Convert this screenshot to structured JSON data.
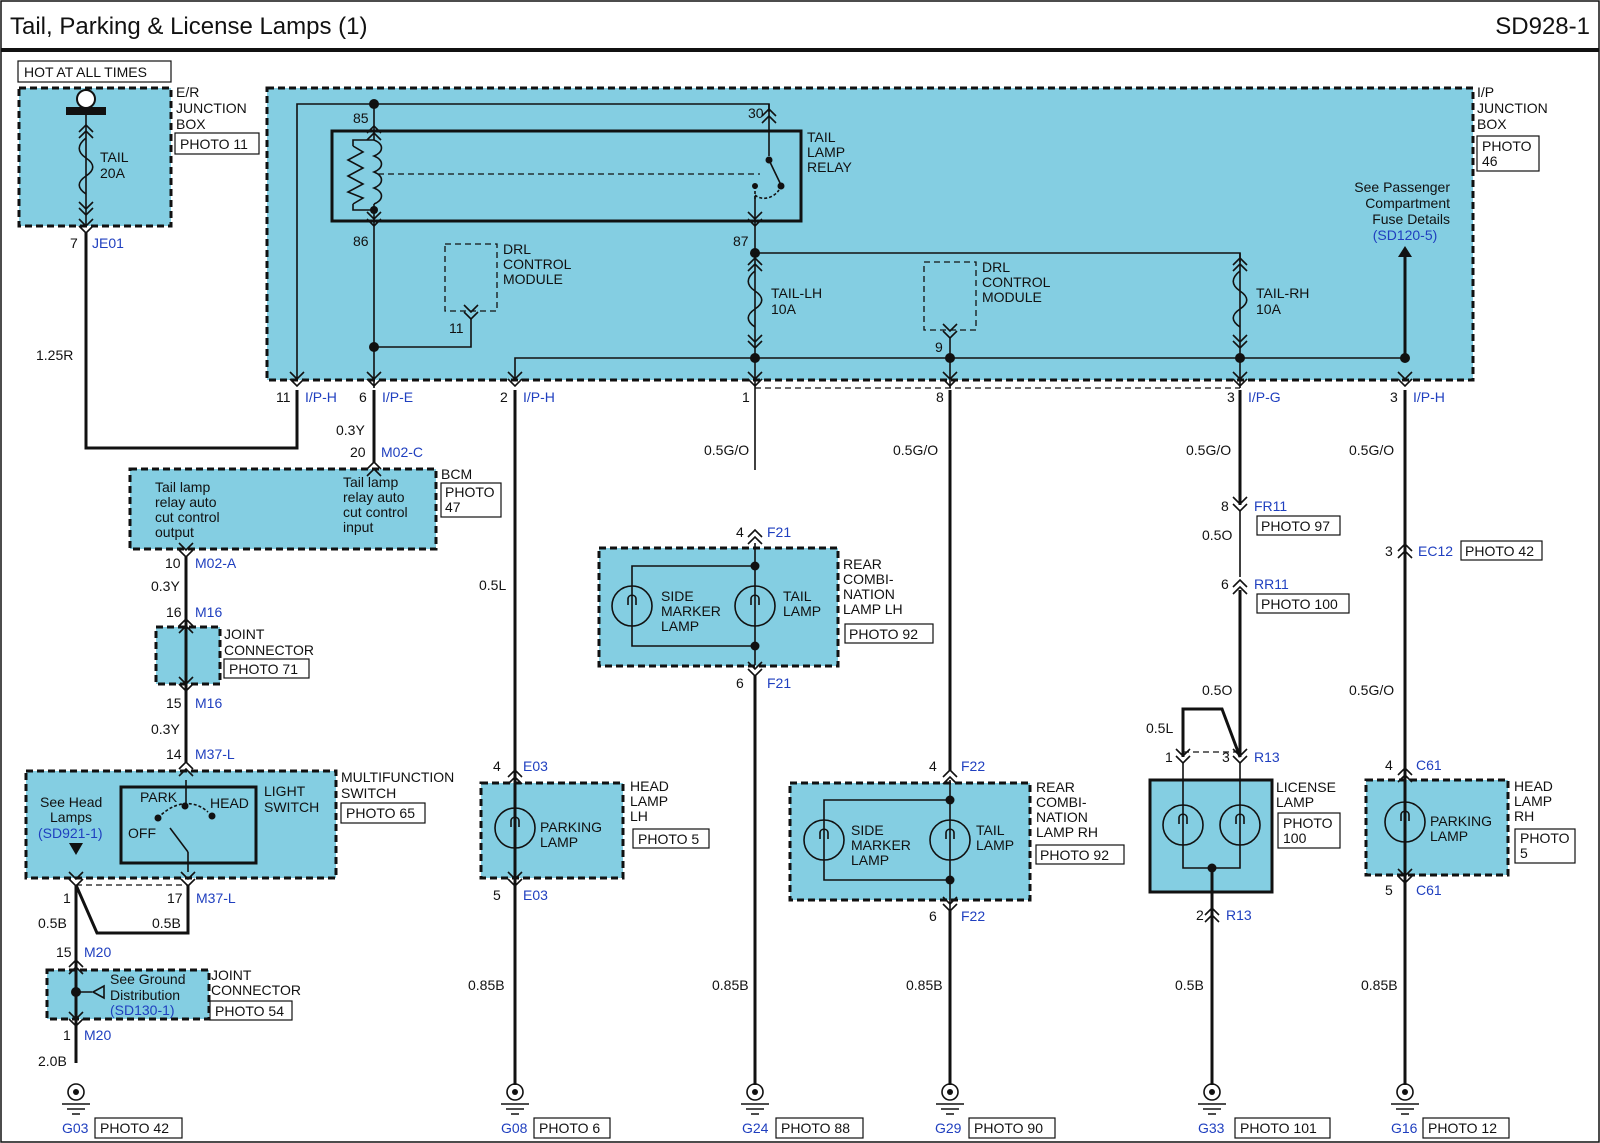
{
  "header": {
    "title": "Tail, Parking & License Lamps (1)",
    "code": "SD928-1"
  },
  "hot_label": "HOT AT ALL TIMES",
  "er_box": {
    "lines": [
      "E/R",
      "JUNCTION",
      "BOX"
    ],
    "photo": "PHOTO 11",
    "fuse": [
      "TAIL",
      "20A"
    ],
    "pin": "7",
    "connector": "JE01"
  },
  "ip_box": {
    "lines": [
      "I/P",
      "JUNCTION",
      "BOX"
    ],
    "photo": [
      "PHOTO",
      "46"
    ]
  },
  "relay": {
    "lines": [
      "TAIL",
      "LAMP",
      "RELAY"
    ],
    "pins": [
      "85",
      "30",
      "86",
      "87"
    ]
  },
  "drl1": {
    "lines": [
      "DRL",
      "CONTROL",
      "MODULE"
    ],
    "pin": "11"
  },
  "drl2": {
    "lines": [
      "DRL",
      "CONTROL",
      "MODULE"
    ],
    "pin": "9"
  },
  "fuse_lh": [
    "TAIL-LH",
    "10A"
  ],
  "fuse_rh": [
    "TAIL-RH",
    "10A"
  ],
  "see_pass": {
    "lines": [
      "See Passenger",
      "Compartment",
      "Fuse Details"
    ],
    "ref": "(SD120-5)"
  },
  "ip_pins": [
    {
      "pin": "11",
      "conn": "I/P-H"
    },
    {
      "pin": "6",
      "conn": "I/P-E"
    },
    {
      "pin": "2",
      "conn": "I/P-H"
    },
    {
      "pin": "1",
      "conn": ""
    },
    {
      "pin": "8",
      "conn": ""
    },
    {
      "pin": "3",
      "conn": "I/P-G"
    },
    {
      "pin": "3",
      "conn": "I/P-H"
    }
  ],
  "wires": {
    "w125R": "1.25R",
    "w03Y_a": "0.3Y",
    "w03Y_b": "0.3Y",
    "w03Y_c": "0.3Y",
    "w05L_a": "0.5L",
    "w05GO_a": "0.5G/O",
    "w05GO_b": "0.5G/O",
    "w05GO_c": "0.5G/O",
    "w05GO_d": "0.5G/O",
    "w05GO_e": "0.5G/O",
    "w05O_a": "0.5O",
    "w05O_b": "0.5O",
    "w05L_b": "0.5L",
    "w05B_a": "0.5B",
    "w05B_b": "0.5B",
    "w05B_c": "0.5B",
    "w20B": "2.0B",
    "w085B_a": "0.85B",
    "w085B_b": "0.85B",
    "w085B_c": "0.85B",
    "w085B_d": "0.85B"
  },
  "bcm": {
    "label": "BCM",
    "photo": [
      "PHOTO",
      "47"
    ],
    "left_text": [
      "Tail lamp",
      "relay auto",
      "cut control",
      "output"
    ],
    "right_text": [
      "Tail lamp",
      "relay auto",
      "cut control",
      "input"
    ],
    "top_pin": "20",
    "top_conn": "M02-C",
    "bottom_pin": "10",
    "bottom_conn": "M02-A"
  },
  "joint1": {
    "lines": [
      "JOINT",
      "CONNECTOR"
    ],
    "photo": "PHOTO 71",
    "top_pin": "16",
    "top_conn": "M16",
    "bottom_pin": "15",
    "bottom_conn": "M16"
  },
  "mfs": {
    "lines": [
      "MULTIFUNCTION",
      "SWITCH"
    ],
    "photo": "PHOTO 65",
    "switch_lines": [
      "LIGHT",
      "SWITCH"
    ],
    "positions": [
      "PARK",
      "HEAD",
      "OFF"
    ],
    "see_head": [
      "See Head",
      "Lamps"
    ],
    "see_head_ref": "(SD921-1)",
    "top_pin": "14",
    "top_conn": "M37-L",
    "pin_left": "1",
    "pin_right": "17",
    "conn_right": "M37-L"
  },
  "joint2": {
    "lines": [
      "JOINT",
      "CONNECTOR"
    ],
    "photo": "PHOTO 54",
    "see_ground": [
      "See Ground",
      "Distribution"
    ],
    "see_ground_ref": "(SD130-1)",
    "top_pin": "15",
    "top_conn": "M20",
    "bottom_pin": "1",
    "bottom_conn": "M20"
  },
  "head_lh": {
    "lines": [
      "HEAD",
      "LAMP",
      "LH"
    ],
    "photo": "PHOTO 5",
    "lamp": [
      "PARKING",
      "LAMP"
    ],
    "top_pin": "4",
    "top_conn": "E03",
    "bottom_pin": "5",
    "bottom_conn": "E03"
  },
  "rear_lh": {
    "lines": [
      "REAR",
      "COMBI-",
      "NATION",
      "LAMP LH"
    ],
    "photo": "PHOTO 92",
    "side": [
      "SIDE",
      "MARKER",
      "LAMP"
    ],
    "tail": [
      "TAIL",
      "LAMP"
    ],
    "top_pin": "4",
    "top_conn": "F21",
    "bottom_pin": "6",
    "bottom_conn": "F21"
  },
  "rear_rh": {
    "lines": [
      "REAR",
      "COMBI-",
      "NATION",
      "LAMP RH"
    ],
    "photo": "PHOTO 92",
    "side": [
      "SIDE",
      "MARKER",
      "LAMP"
    ],
    "tail": [
      "TAIL",
      "LAMP"
    ],
    "top_pin": "4",
    "top_conn": "F22",
    "bottom_pin": "6",
    "bottom_conn": "F22"
  },
  "fr11": {
    "pin": "8",
    "conn": "FR11",
    "photo": "PHOTO 97"
  },
  "rr11": {
    "pin": "6",
    "conn": "RR11",
    "photo": "PHOTO 100"
  },
  "ec12": {
    "pin": "3",
    "conn": "EC12",
    "photo": "PHOTO 42"
  },
  "license": {
    "lines": [
      "LICENSE",
      "LAMP"
    ],
    "photo": [
      "PHOTO",
      "100"
    ],
    "pin_l": "1",
    "pin_r": "3",
    "conn": "R13",
    "bottom_pin": "2",
    "bottom_conn": "R13"
  },
  "head_rh": {
    "lines": [
      "HEAD",
      "LAMP",
      "RH"
    ],
    "photo": [
      "PHOTO",
      "5"
    ],
    "lamp": [
      "PARKING",
      "LAMP"
    ],
    "top_pin": "4",
    "top_conn": "C61",
    "bottom_pin": "5",
    "bottom_conn": "C61"
  },
  "grounds": [
    {
      "id": "G03",
      "photo": "PHOTO 42"
    },
    {
      "id": "G08",
      "photo": "PHOTO 6"
    },
    {
      "id": "G24",
      "photo": "PHOTO 88"
    },
    {
      "id": "G29",
      "photo": "PHOTO 90"
    },
    {
      "id": "G33",
      "photo": "PHOTO 101"
    },
    {
      "id": "G16",
      "photo": "PHOTO 12"
    }
  ]
}
